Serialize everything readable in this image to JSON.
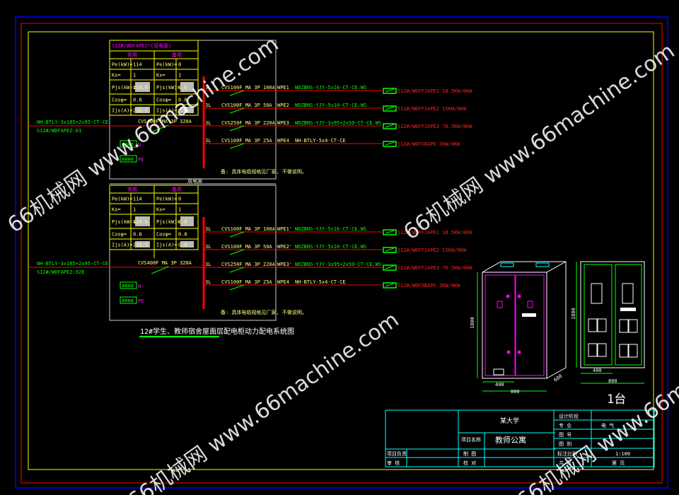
{
  "panel_title": "S12#/WDFAPEZ*(双电源)",
  "tables": [
    {
      "headers": [
        "常用",
        "备用"
      ],
      "rows": [
        [
          "Pe(kW)=",
          "114",
          "Pe(kW)=",
          "0"
        ],
        [
          "Kx=",
          "1",
          "Kx=",
          "1"
        ],
        [
          "Pjs(kW)=",
          "114.0",
          "Pjs(kW)=",
          "0.0"
        ],
        [
          "Cosφ=",
          "0.8",
          "Cosφ=",
          "0.8"
        ],
        [
          "Ijs(A)=",
          "216.5",
          "Ijs(A)=",
          "0.0"
        ]
      ]
    },
    {
      "headers": [
        "常用",
        "备用"
      ],
      "rows": [
        [
          "Pe(kW)=",
          "114",
          "Pe(kW)=",
          "0"
        ],
        [
          "Kx=",
          "1",
          "Kx=",
          "1"
        ],
        [
          "Pjs(kW)=",
          "114.0",
          "Pjs(kW)=",
          "0.0"
        ],
        [
          "Cosφ=",
          "0.8",
          "Cosφ=",
          "0.8"
        ],
        [
          "Ijs(A)=",
          "216.5",
          "Ijs(A)=",
          "0.0"
        ]
      ]
    }
  ],
  "middle_label": "双电源",
  "incoming": [
    {
      "cable": "NH-BTLY-3x185+2x95-CT-CE",
      "source": "S12#/WDFAPEZ:01",
      "breaker": "CVS400F MA 3P 320A"
    },
    {
      "cable": "NH-BTLY-3x185+2x95-CT-CE",
      "source": "S12#/WDFAPEZ:02E",
      "breaker": "CVS400F MA 3P 320A"
    }
  ],
  "busbar_labels": {
    "n": "N",
    "pe": "PE"
  },
  "circuits_upper": [
    {
      "phase": "3L",
      "breaker": "CVS100F MA 3P 100A",
      "id": "WPE1",
      "cable": "WDZBNS-YJY-5x16-CT-CE.WS",
      "load": "S12#/WDFFJAPE1 18.5KW/0KW"
    },
    {
      "phase": "3L",
      "breaker": "CVS100F MA 3P 50A",
      "id": "WPE2",
      "cable": "WDZBNS-YJY-5x10-CT-CE.WS",
      "load": "S12#/WDFFJAPE2 15KW/0KW"
    },
    {
      "phase": "3L",
      "breaker": "CVS250F MA 3P 220A",
      "id": "WPE3",
      "cable": "WDZBNS-YJY-3x95+2x50-CT-CE.WS",
      "load": "S12#/WDFFJAPE3 78.5KW/0KW"
    },
    {
      "phase": "3L",
      "breaker": "CVS100F MA 3P 25A",
      "id": "WPE4",
      "cable": "NH-BTLY-5x4-CT-CE",
      "load": "S12#/WDFXBAPE 2KW/0KW"
    }
  ],
  "circuits_lower": [
    {
      "phase": "3L",
      "breaker": "CVS100F MA 3P 100A",
      "id": "WPE1'",
      "cable": "WDZBNS-YJY-5x16-CT-CE.WS",
      "load": "S12#/WDFFJAPE1 18.5KW/0KW"
    },
    {
      "phase": "3L",
      "breaker": "CVS100F MA 3P 50A",
      "id": "WPE2'",
      "cable": "WDZBNS-YJY-5x10-CT-CE.WS",
      "load": "S12#/WDFFJAPE2 15KW/0KW"
    },
    {
      "phase": "3L",
      "breaker": "CVS250F MA 3P 220A",
      "id": "WPE3'",
      "cable": "WDZBNS-YJY-3x95+2x50-CT-CE.WS",
      "load": "S12#/WDFFJAPE3 78.5KW/0KW"
    },
    {
      "phase": "3L",
      "breaker": "CVS100F MA 3P 25A",
      "id": "WPE4",
      "cable": "NH-BTLY-5x4-CT-CE",
      "load": "S12#/WDFXBAPE 2KW/0KW"
    }
  ],
  "note": "备: 具体电缆规格见厂家, 不做说明。",
  "drawing_title": "12#学生、教师宿舍屋面层配电柜动力配电系统图",
  "cabinet": {
    "width": "400",
    "total_width": "800",
    "height": "1800",
    "depth": "600",
    "inner_width": "400",
    "side_width": "800",
    "side_height": "1800",
    "quantity": "1台"
  },
  "title_block": {
    "school": "某大学",
    "project_label": "项目名称",
    "project": "教师公寓",
    "design_stage": "设计阶段",
    "major_label": "专 业",
    "major": "电 气",
    "drawing_no": "图 号",
    "drawing_type": "图 别",
    "project_lead": "项目负责",
    "review": "审 核",
    "drafting": "制 图",
    "check": "校 对",
    "scale_label": "标注比例",
    "scale": "1:100",
    "total": "共 页",
    "page": "第 页"
  },
  "watermark": "66机械网 www.66machine.com",
  "colors": {
    "background": "#000000",
    "bus": "#ff0000",
    "text": "#ffff80",
    "cable": "#00ff00",
    "load": "#ff2020",
    "frame_blue": "#0000ff",
    "frame_yellow": "#ffff00",
    "title_block": "#00ffff"
  }
}
